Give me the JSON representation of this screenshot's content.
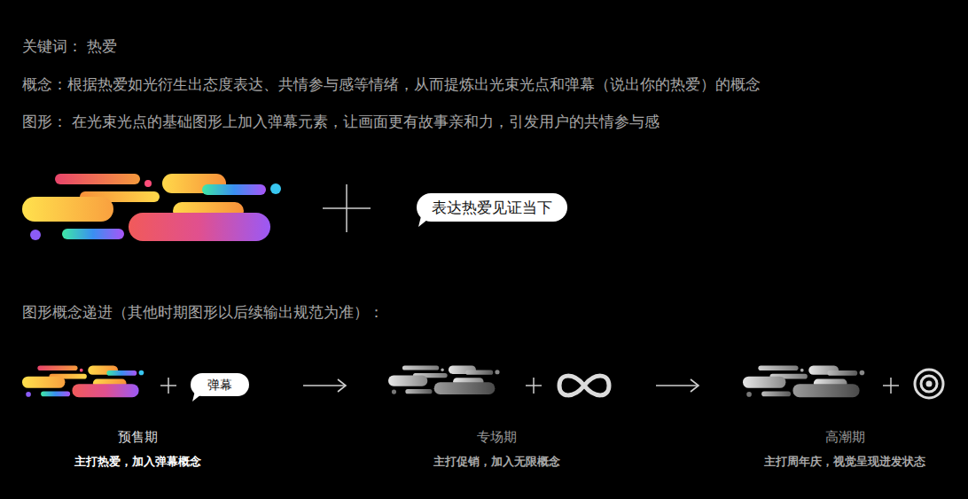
{
  "diagram": {
    "nodes": [
      {
        "text": [
          "表达热爱见证当下"
        ]
      },
      {
        "text": [
          "预售期",
          "主打热爱，加入弹幕概念"
        ]
      },
      {
        "text": [
          "弹幕"
        ],
        "in": 1
      },
      {
        "text": [
          "专场期",
          "主打促销，加入无限概念"
        ]
      },
      {
        "text": [
          "高潮期",
          "主打周年庆，视觉呈现迸发状态"
        ]
      }
    ],
    "edges": [
      {
        "from": 1,
        "to": 3,
        "arrow": "to"
      },
      {
        "from": 3,
        "to": 4,
        "arrow": "to"
      }
    ],
    "labels": [
      "关键词： 热爱",
      "概念：根据热爱如光衍生出态度表达、共情参与感等情绪，从而提炼出光束光点和弹幕（说出你的热爱）的概念",
      "图形： 在光束光点的基础图形上加入弹幕元素，让画面更有故事亲和力，引发用户的共情参与感",
      "图形概念递进（其他时期图形以后续输出规范为准）："
    ]
  }
}
